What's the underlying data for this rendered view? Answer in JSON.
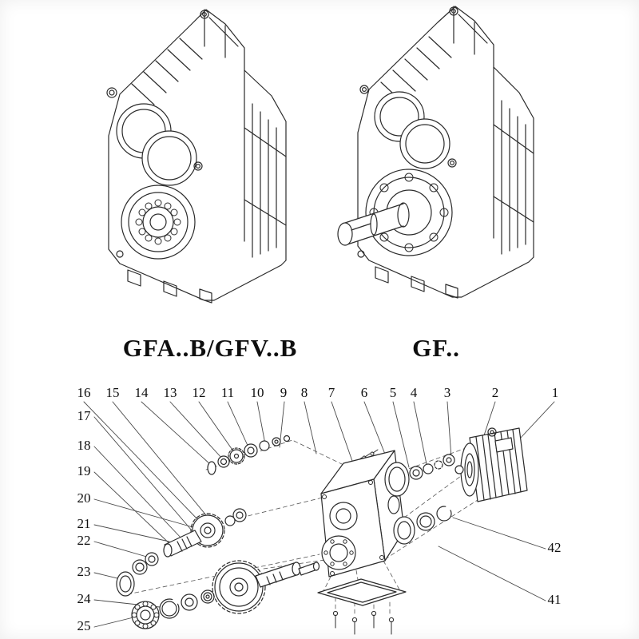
{
  "colors": {
    "background": "#ffffff",
    "line": "#2b2b2b",
    "leader_line": "#4a4a4a",
    "text": "#0e0e0e"
  },
  "models": {
    "left_label": "GFA..B/GFV..B",
    "right_label": "GF.."
  },
  "drawings": {
    "left_alt": "isometric line drawing of parallel shaft gear reducer, hollow shaft version",
    "right_alt": "isometric line drawing of parallel shaft gear reducer with solid output shaft",
    "exploded_alt": "exploded parts view of gear reducer with numbered callouts"
  },
  "exploded": {
    "callouts_top": [
      "16",
      "15",
      "14",
      "13",
      "12",
      "11",
      "10",
      "9",
      "8",
      "7",
      "6",
      "5",
      "4",
      "3",
      "2",
      "1"
    ],
    "callouts_left": [
      "17",
      "18",
      "19",
      "20",
      "21",
      "22",
      "23",
      "24",
      "25"
    ],
    "callouts_right": [
      "42",
      "41"
    ]
  }
}
